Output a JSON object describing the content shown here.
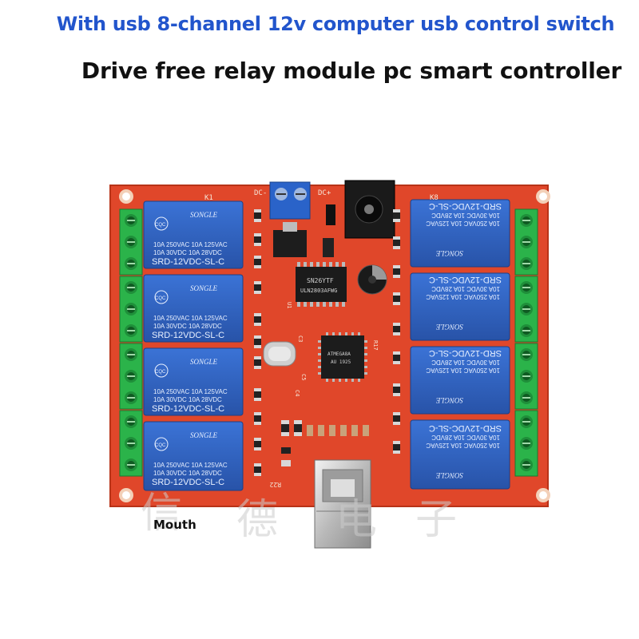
{
  "header": {
    "line1": "With usb 8-channel 12v computer usb control switch",
    "line2": "Drive free relay module pc smart controller"
  },
  "caption": "Mouth",
  "colors": {
    "headline1": "#2255cc",
    "headline2": "#111111",
    "pcb": "#e0472a",
    "relay": "#2f63c4",
    "terminal": "#2bb34a"
  },
  "relays": {
    "brand": "SONGLE",
    "rating1": "10A 250VAC  10A 125VAC",
    "rating2": "10A 30VDC  10A 28VDC",
    "model": "SRD-12VDC-SL-C"
  },
  "chips": {
    "driver_line1": "SN26YTF",
    "driver_line2": "ULN2803AFWG",
    "mcu_line1": "ATMEGA8A",
    "mcu_line2": "AU 1925"
  },
  "silkscreen": {
    "k1": "K1",
    "k8": "K8",
    "dc_minus": "DC-",
    "dc_plus": "DC+",
    "u1": "U1",
    "r22": "R22",
    "r17": "R17",
    "c5": "C5",
    "c4": "C4",
    "c3": "C3"
  },
  "watermark": [
    "信",
    "德",
    "电",
    "子"
  ]
}
